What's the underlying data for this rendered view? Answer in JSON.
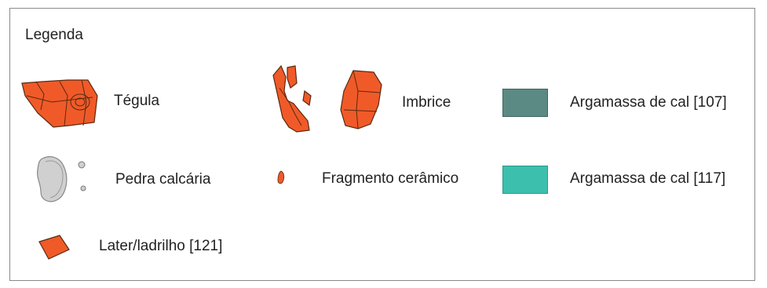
{
  "legend": {
    "title": "Legenda",
    "items": [
      {
        "key": "tegula",
        "label": "Tégula",
        "icon": "roof-tile-icon",
        "color": "#f05a28"
      },
      {
        "key": "imbrice",
        "label": "Imbrice",
        "icon": "curved-tile-icon",
        "color": "#f05a28"
      },
      {
        "key": "argamassa107",
        "label": "Argamassa de cal [107]",
        "icon": "mortar-swatch",
        "color": "#5b8a84"
      },
      {
        "key": "pedra",
        "label": "Pedra calcária",
        "icon": "limestone-icon",
        "color": "#d0d0d0"
      },
      {
        "key": "fragmento",
        "label": "Fragmento cerâmico",
        "icon": "ceramic-fragment-icon",
        "color": "#f05a28"
      },
      {
        "key": "argamassa117",
        "label": "Argamassa de cal [117]",
        "icon": "mortar-swatch",
        "color": "#3dbfae"
      },
      {
        "key": "later",
        "label": "Later/ladrilho [121]",
        "icon": "brick-icon",
        "color": "#f05a28"
      }
    ]
  }
}
